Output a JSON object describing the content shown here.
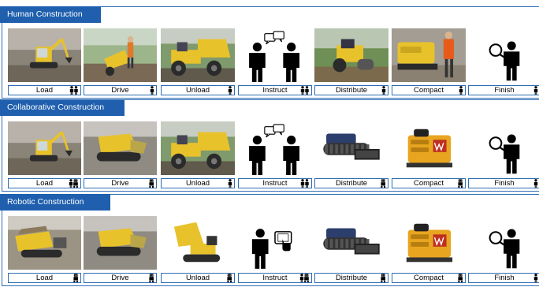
{
  "panels": [
    {
      "title": "Human Construction",
      "steps": [
        {
          "label": "Load",
          "image": "mini-excavator-photo",
          "agent": "two-people-icon"
        },
        {
          "label": "Drive",
          "image": "worker-with-dumper-photo",
          "agent": "person-icon"
        },
        {
          "label": "Unload",
          "image": "yellow-dumper-photo",
          "agent": "person-icon"
        },
        {
          "label": "Instruct",
          "image": "two-people-speech-icon",
          "agent": "two-people-icon"
        },
        {
          "label": "Distribute",
          "image": "roller-on-field-photo",
          "agent": "person-icon"
        },
        {
          "label": "Compact",
          "image": "worker-with-compactor-photo",
          "agent": "person-icon"
        },
        {
          "label": "Finish",
          "image": "inspector-magnifier-icon",
          "agent": "person-icon"
        }
      ]
    },
    {
      "title": "Collaborative Construction",
      "steps": [
        {
          "label": "Load",
          "image": "mini-excavator-photo",
          "agent": "person-robot-icon"
        },
        {
          "label": "Drive",
          "image": "tracked-dumper-photo",
          "agent": "robot-icon"
        },
        {
          "label": "Unload",
          "image": "yellow-dumper-photo",
          "agent": "person-icon"
        },
        {
          "label": "Instruct",
          "image": "two-people-speech-icon",
          "agent": "two-people-icon"
        },
        {
          "label": "Distribute",
          "image": "robotic-tracked-unit-photo",
          "agent": "robot-icon"
        },
        {
          "label": "Compact",
          "image": "robotic-compactor-photo",
          "agent": "robot-icon"
        },
        {
          "label": "Finish",
          "image": "inspector-magnifier-icon",
          "agent": "person-icon"
        }
      ]
    },
    {
      "title": "Robotic Construction",
      "steps": [
        {
          "label": "Load",
          "image": "tracked-dumper-loading-photo",
          "agent": "robot-icon"
        },
        {
          "label": "Drive",
          "image": "tracked-dumper-photo",
          "agent": "robot-icon"
        },
        {
          "label": "Unload",
          "image": "tipping-dumper-photo",
          "agent": "robot-icon"
        },
        {
          "label": "Instruct",
          "image": "person-tablet-icon",
          "agent": "person-robot-icon"
        },
        {
          "label": "Distribute",
          "image": "robotic-tracked-unit-photo",
          "agent": "robot-icon"
        },
        {
          "label": "Compact",
          "image": "robotic-compactor-photo",
          "agent": "robot-icon"
        },
        {
          "label": "Finish",
          "image": "inspector-magnifier-icon",
          "agent": "person-icon"
        }
      ]
    }
  ],
  "colors": {
    "accent": "#1f5fae",
    "border": "#2d6db4",
    "machine_yellow": "#e8c22a"
  }
}
